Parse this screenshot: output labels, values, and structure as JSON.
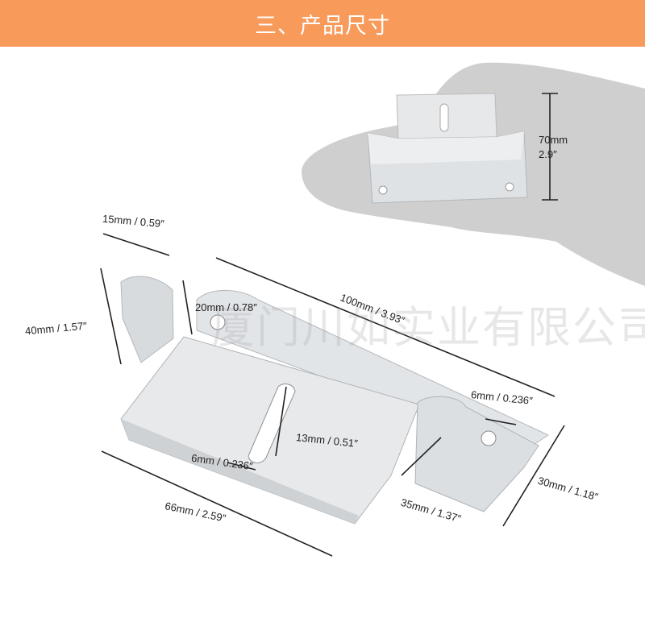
{
  "banner": {
    "title": "三、产品尺寸",
    "color": "#f79a5a"
  },
  "watermark": "厦门川如实业有限公司",
  "dimensions": {
    "hand_height": "70mm",
    "hand_height_in": "2.9″",
    "tab_width": "15mm / 0.59″",
    "tab_height": "40mm / 1.57″",
    "hole_offset": "20mm / 0.78″",
    "length": "100mm / 3.93″",
    "hole_dia": "6mm / 0.236″",
    "slot_length": "13mm / 0.51″",
    "slot_width": "6mm / 0.236″",
    "base_width": "66mm / 2.59″",
    "flange_depth": "35mm / 1.37″",
    "side_height": "30mm / 1.18″"
  },
  "colors": {
    "metal": "#e3e5e7",
    "metal_shadow": "#c6c9cc",
    "hand": "#cfcfcf"
  }
}
